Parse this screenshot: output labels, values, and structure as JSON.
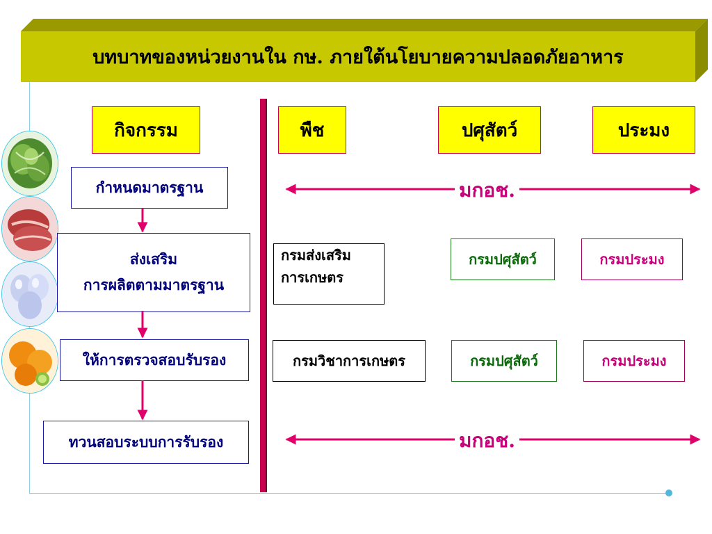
{
  "title": "บทบาทของหน่วยงานใน กษ. ภายใต้นโยบายความปลอดภัยอาหาร",
  "headers": {
    "activity": "กิจกรรม",
    "plant": "พืช",
    "livestock": "ปศุสัตว์",
    "fishery": "ประมง"
  },
  "activities": {
    "standard": "กำหนดมาตรฐาน",
    "promote_line1": "ส่งเสริม",
    "promote_line2": "การผลิตตามมาตรฐาน",
    "inspect": "ให้การตรวจสอบรับรอง",
    "audit": "ทวนสอบระบบการรับรอง"
  },
  "arrows": {
    "standard_label": "มกอช.",
    "audit_label": "มกอช."
  },
  "promote_orgs": {
    "plant_line1": "กรมส่งเสริม",
    "plant_line2": "การเกษตร",
    "livestock": "กรมปศุสัตว์",
    "fishery": "กรมประมง"
  },
  "inspect_orgs": {
    "plant": "กรมวิชาการเกษตร",
    "livestock": "กรมปศุสัตว์",
    "fishery": "กรมประมง"
  },
  "images": [
    "cabbage-image",
    "meat-image",
    "eggs-image",
    "oranges-image"
  ],
  "colors": {
    "banner": "#c8c800",
    "header_fill": "#ffff00",
    "divider": "#c8004f",
    "arrow": "#e0006a",
    "activity_text": "#00007a",
    "livestock": "#0a6a0a",
    "fishery": "#c8007a"
  }
}
